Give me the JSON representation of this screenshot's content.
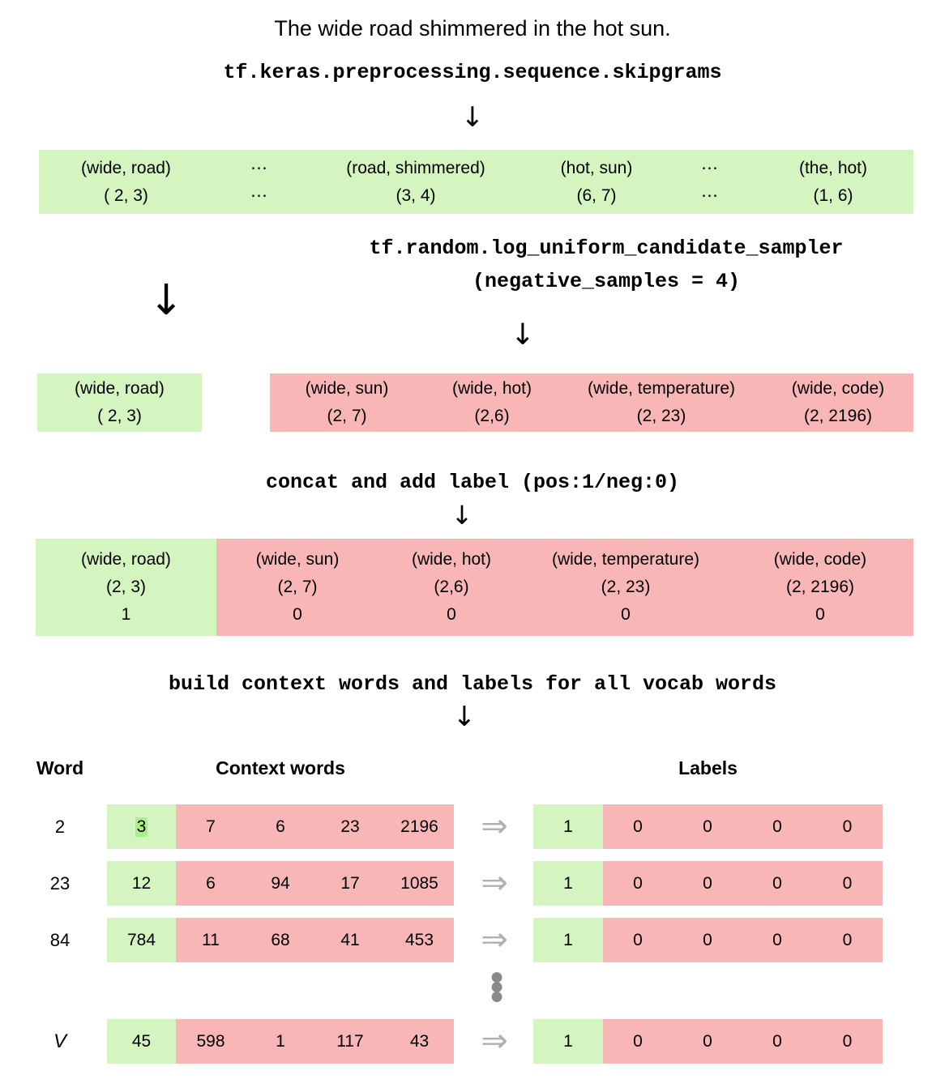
{
  "sentence": "The wide road shimmered in the hot sun.",
  "steps": {
    "skipgrams_fn": "tf.keras.preprocessing.sequence.skipgrams",
    "sampler_fn_line1": "tf.random.log_uniform_candidate_sampler",
    "sampler_fn_line2": "(negative_samples = 4)",
    "concat_label": "concat and add label (pos:1/neg:0)",
    "build_label": "build context words and labels for all vocab words",
    "arrow_glyph": "↓",
    "double_arrow_glyph": "⇒",
    "ellipsis_h": "⋯",
    "ellipsis_v": "⋮"
  },
  "skipgram_pairs": [
    {
      "words": "(wide, road)",
      "ids": "( 2, 3)",
      "kind": "pair"
    },
    {
      "words": "⋯",
      "ids": "⋯",
      "kind": "dots"
    },
    {
      "words": "(road, shimmered)",
      "ids": "(3, 4)",
      "kind": "pair"
    },
    {
      "words": "(hot, sun)",
      "ids": "(6, 7)",
      "kind": "pair"
    },
    {
      "words": "⋯",
      "ids": "⋯",
      "kind": "dots"
    },
    {
      "words": "(the, hot)",
      "ids": "(1, 6)",
      "kind": "pair"
    }
  ],
  "positive_sample": {
    "words": "(wide, road)",
    "ids": "( 2, 3)"
  },
  "negative_samples": [
    {
      "words": "(wide, sun)",
      "ids": "(2, 7)"
    },
    {
      "words": "(wide, hot)",
      "ids": "(2,6)"
    },
    {
      "words": "(wide, temperature)",
      "ids": "(2, 23)"
    },
    {
      "words": "(wide, code)",
      "ids": "(2, 2196)"
    }
  ],
  "concat_row": {
    "positive": {
      "words": "(wide, road)",
      "ids": "(2, 3)",
      "label": "1"
    },
    "negatives": [
      {
        "words": "(wide, sun)",
        "ids": "(2, 7)",
        "label": "0"
      },
      {
        "words": "(wide, hot)",
        "ids": "(2,6)",
        "label": "0"
      },
      {
        "words": "(wide, temperature)",
        "ids": "(2, 23)",
        "label": "0"
      },
      {
        "words": "(wide, code)",
        "ids": "(2, 2196)",
        "label": "0"
      }
    ]
  },
  "table": {
    "headers": {
      "word": "Word",
      "context": "Context words",
      "labels": "Labels"
    },
    "rows": [
      {
        "word": "2",
        "italic": false,
        "context": [
          "3",
          "7",
          "6",
          "23",
          "2196"
        ],
        "labels": [
          "1",
          "0",
          "0",
          "0",
          "0"
        ]
      },
      {
        "word": "23",
        "italic": false,
        "context": [
          "12",
          "6",
          "94",
          "17",
          "1085"
        ],
        "labels": [
          "1",
          "0",
          "0",
          "0",
          "0"
        ]
      },
      {
        "word": "84",
        "italic": false,
        "context": [
          "784",
          "11",
          "68",
          "41",
          "453"
        ],
        "labels": [
          "1",
          "0",
          "0",
          "0",
          "0"
        ]
      },
      {
        "word": "V",
        "italic": true,
        "context": [
          "45",
          "598",
          "1",
          "117",
          "43"
        ],
        "labels": [
          "1",
          "0",
          "0",
          "0",
          "0"
        ]
      }
    ]
  },
  "colors": {
    "positive_green": "#d4f4c0",
    "negative_pink": "#f8b6b6",
    "highlight_green": "#aaf08a",
    "arrow_gray": "#b0b0b0",
    "background": "#ffffff"
  }
}
